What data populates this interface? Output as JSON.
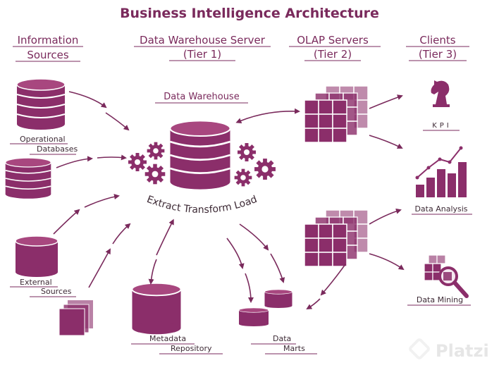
{
  "title": "Business Intelligence Architecture",
  "columns": {
    "sources": {
      "line1": "Information",
      "line2": "Sources"
    },
    "warehouse": {
      "line1": "Data Warehouse Server",
      "line2": "(Tier 1)"
    },
    "olap": {
      "line1": "OLAP Servers",
      "line2": "(Tier 2)"
    },
    "clients": {
      "line1": "Clients",
      "line2": "(Tier 3)"
    }
  },
  "labels": {
    "operational_1": "Operational",
    "operational_2": "Databases",
    "external_1": "External",
    "external_2": "Sources",
    "data_warehouse": "Data Warehouse",
    "etl": "Extract Transform Load",
    "metadata_1": "Metadata",
    "metadata_2": "Repository",
    "marts_1": "Data",
    "marts_2": "Marts",
    "kpi": "KPI",
    "analysis": "Data Analysis",
    "mining": "Data Mining"
  },
  "watermark": "Platzi",
  "colors": {
    "accent": "#7a2a5c",
    "icon_fill": "#8b2e6a",
    "light": "#f5e8f0"
  },
  "icons": [
    "database-icon",
    "gear-icon",
    "cube-grid-icon",
    "chess-knight-icon",
    "bar-chart-icon",
    "magnifier-icon",
    "document-stack-icon",
    "platzi-logo-icon"
  ]
}
